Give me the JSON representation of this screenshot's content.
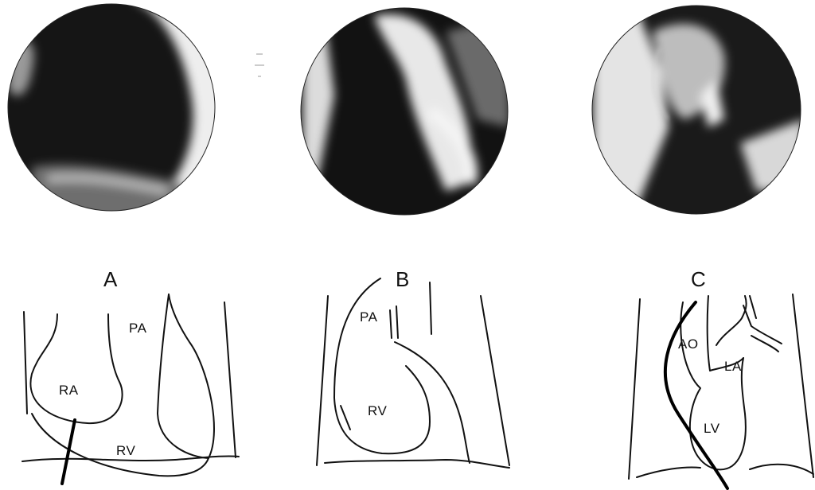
{
  "panels": [
    {
      "letter": "A",
      "labels": {
        "pa": "PA",
        "ra": "RA",
        "rv": "RV"
      }
    },
    {
      "letter": "B",
      "labels": {
        "pa": "PA",
        "rv": "RV"
      }
    },
    {
      "letter": "C",
      "labels": {
        "ao": "AO",
        "la": "LA",
        "lv": "LV"
      }
    }
  ]
}
